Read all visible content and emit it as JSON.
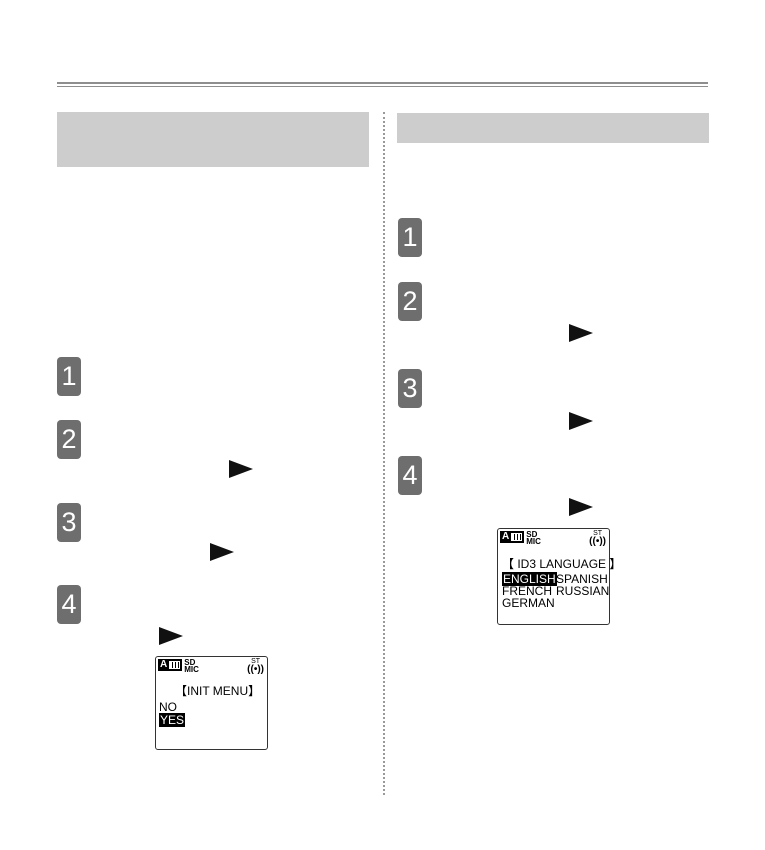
{
  "steps_left": [
    "1",
    "2",
    "3",
    "4"
  ],
  "steps_right": [
    "1",
    "2",
    "3",
    "4"
  ],
  "icons": {
    "step_badge": "numbered-step-badge",
    "arrow": "play-arrow-icon"
  },
  "lcd_init": {
    "mode": "A",
    "storage": "SD",
    "input": "MIC",
    "stereo": "ST",
    "title": "【INIT MENU】",
    "options": [
      "NO",
      "YES"
    ],
    "selected": "YES"
  },
  "lcd_language": {
    "mode": "A",
    "storage": "SD",
    "input": "MIC",
    "stereo": "ST",
    "title": "【 ID3  LANGUAGE 】",
    "options": [
      "ENGLISH",
      "SPANISH",
      "FRENCH",
      "RUSSIAN",
      "GERMAN"
    ],
    "selected": "ENGLISH"
  },
  "colors": {
    "section_bar": "#cdcdcd",
    "badge": "#6e6e6e",
    "rule": "#8e8e8e"
  }
}
